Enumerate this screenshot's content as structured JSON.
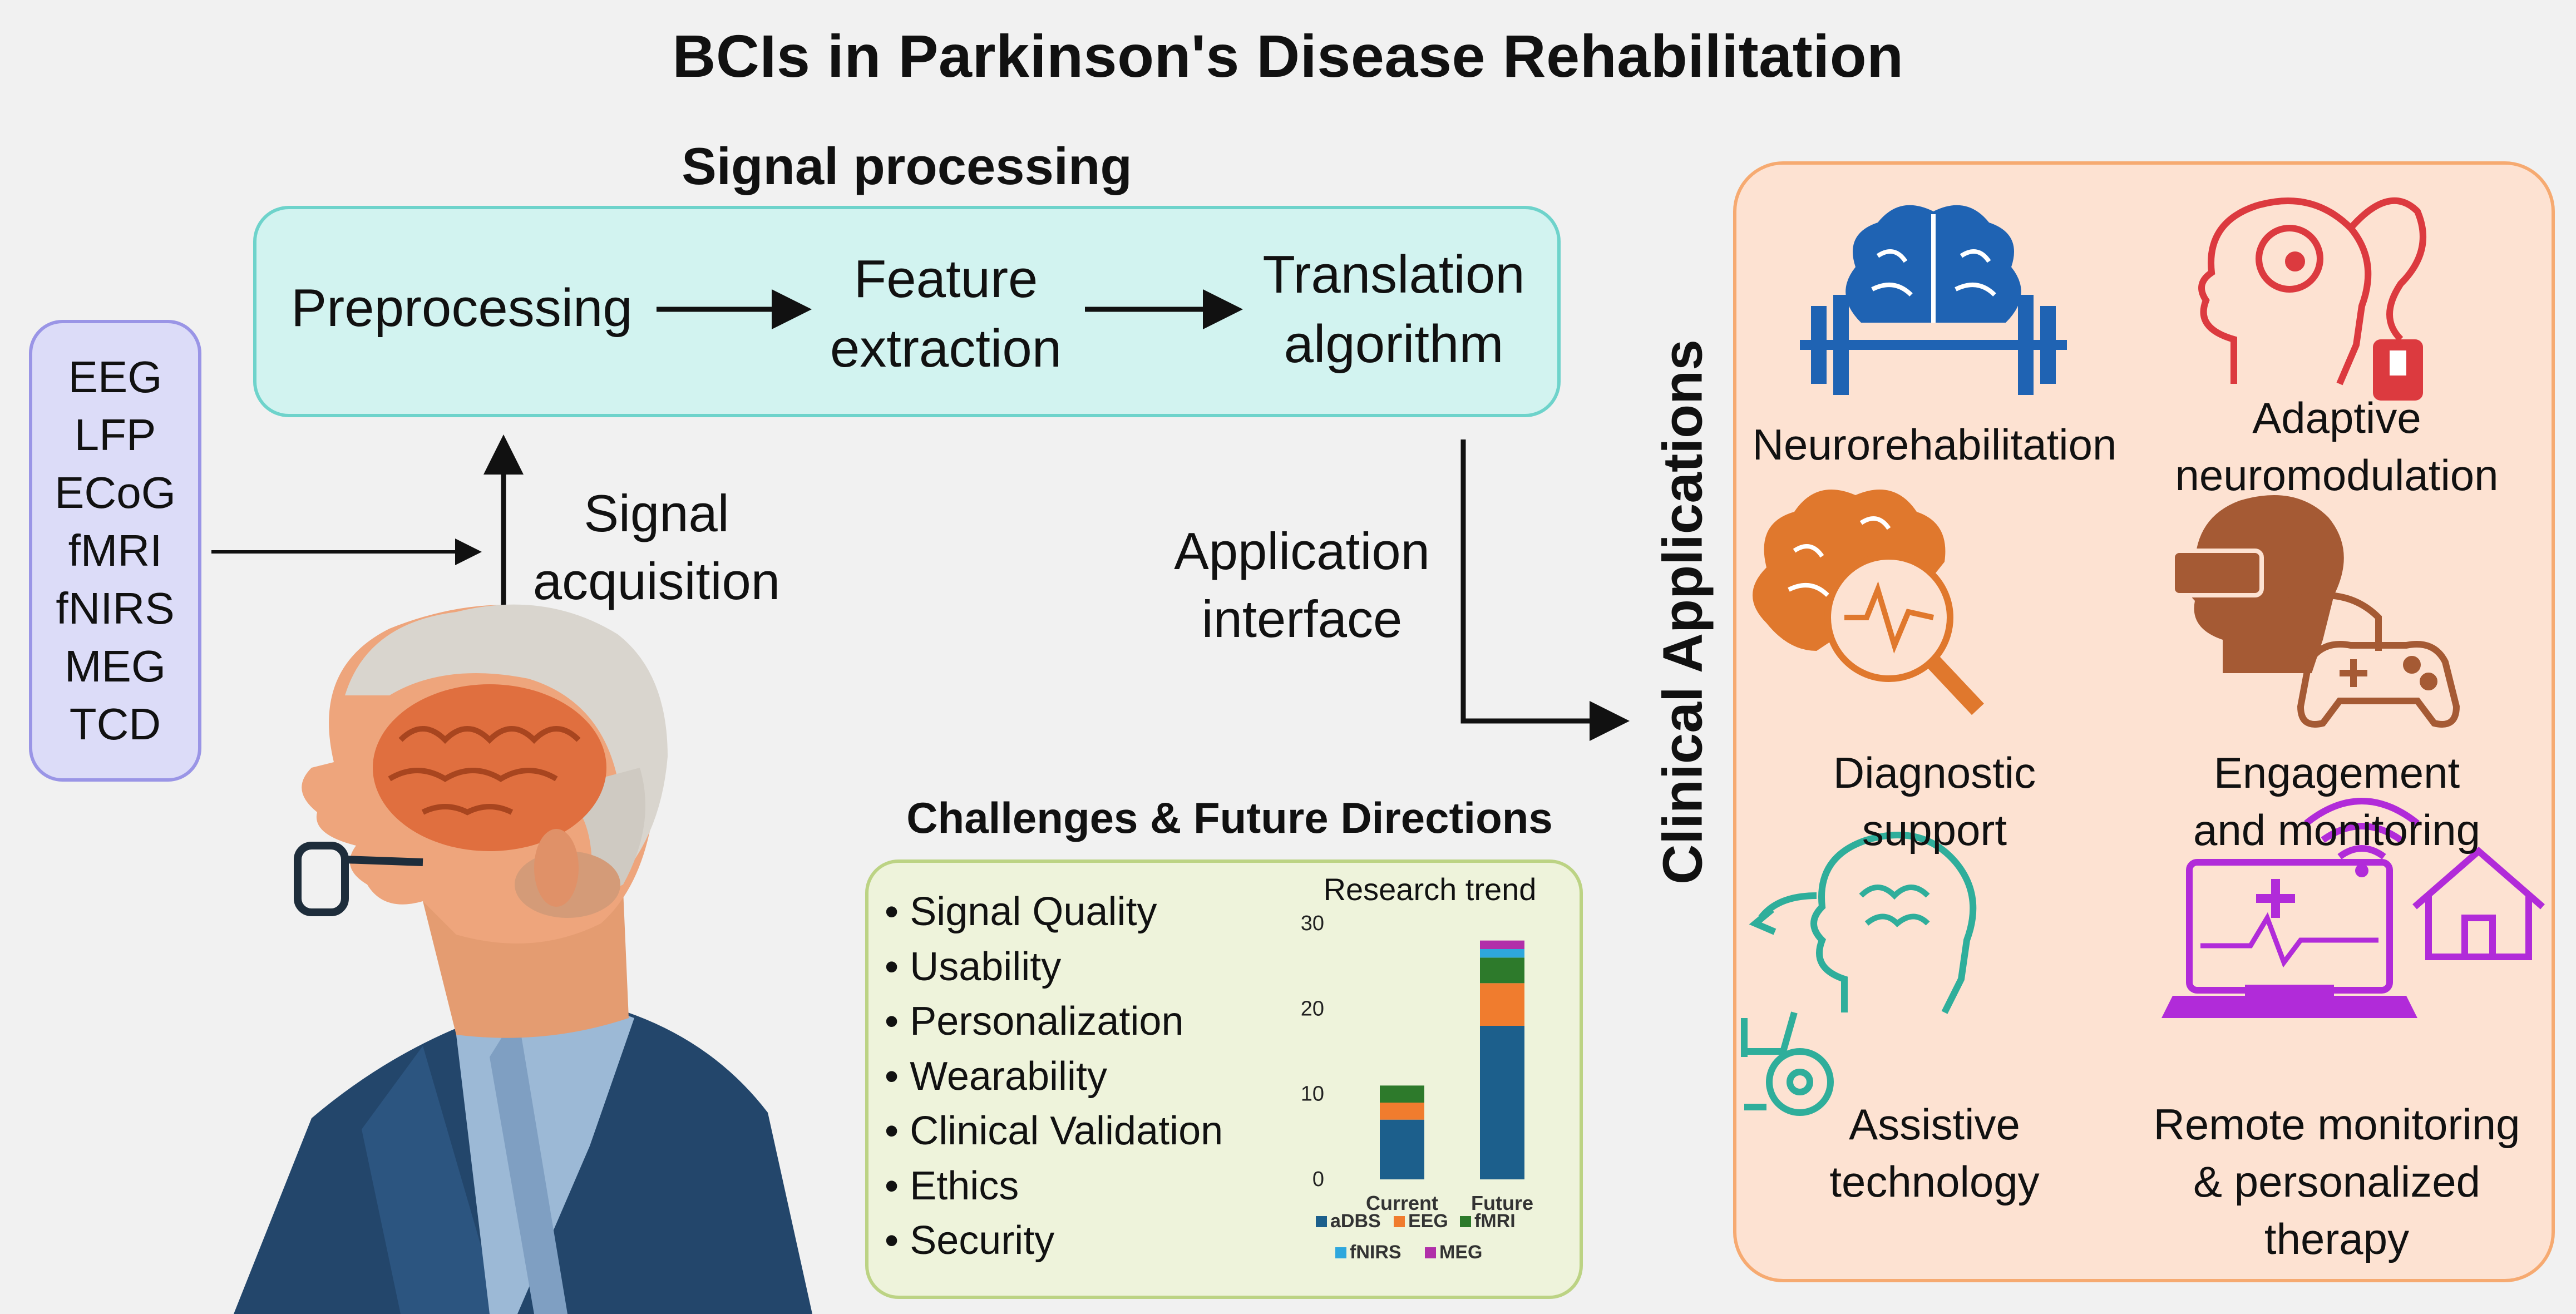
{
  "title": "BCIs in Parkinson's Disease Rehabilitation",
  "signal_processing": {
    "heading": "Signal processing",
    "stages": [
      {
        "lines": [
          "Preprocessing"
        ]
      },
      {
        "lines": [
          "Feature",
          "extraction"
        ]
      },
      {
        "lines": [
          "Translation",
          "algorithm"
        ]
      }
    ]
  },
  "signal_sources": [
    "EEG",
    "LFP",
    "ECoG",
    "fMRI",
    "fNIRS",
    "MEG",
    "TCD"
  ],
  "signal_acquisition": {
    "lines": [
      "Signal",
      "acquisition"
    ]
  },
  "application_interface": {
    "lines": [
      "Application",
      "interface"
    ]
  },
  "clinical_applications": {
    "label": "Clinical Applications",
    "items": [
      {
        "lines": [
          "Neurorehabilitation"
        ],
        "icon": "brain-dumbbell-icon",
        "color": "#1f63b3"
      },
      {
        "lines": [
          "Adaptive",
          "neuromodulation"
        ],
        "icon": "head-stimulator-icon",
        "color": "#dc3a3f"
      },
      {
        "lines": [
          "Diagnostic",
          "support"
        ],
        "icon": "brain-magnifier-icon",
        "color": "#e0782d"
      },
      {
        "lines": [
          "Engagement",
          "and monitoring"
        ],
        "icon": "vr-gamepad-icon",
        "color": "#a55a34"
      },
      {
        "lines": [
          "Assistive",
          "technology"
        ],
        "icon": "wheelchair-head-icon",
        "color": "#2fae9b"
      },
      {
        "lines": [
          "Remote monitoring",
          "& personalized",
          "therapy"
        ],
        "icon": "laptop-home-icon",
        "color": "#b12bd9"
      }
    ]
  },
  "challenges": {
    "heading": "Challenges & Future Directions",
    "items": [
      "Signal Quality",
      "Usability",
      "Personalization",
      "Wearability",
      "Clinical Validation",
      "Ethics",
      "Security"
    ]
  },
  "chart_data": {
    "type": "bar",
    "stacked": true,
    "title": "Research trend",
    "categories": [
      "Current",
      "Future"
    ],
    "ylim": [
      0,
      30
    ],
    "yticks": [
      "0",
      "10",
      "20",
      "30"
    ],
    "series": [
      {
        "name": "aDBS",
        "values": [
          7,
          18
        ],
        "color": "#1c5f8c"
      },
      {
        "name": "EEG",
        "values": [
          2,
          5
        ],
        "color": "#f07c2e"
      },
      {
        "name": "fMRI",
        "values": [
          2,
          3
        ],
        "color": "#2d7a2b"
      },
      {
        "name": "fNIRS",
        "values": [
          0,
          1
        ],
        "color": "#2ea7dd"
      },
      {
        "name": "MEG",
        "values": [
          0,
          1
        ],
        "color": "#b12fa9"
      }
    ],
    "legend_position": "bottom"
  },
  "colors": {
    "signal_box_fill": "#d2f3f0",
    "sources_box_fill": "#dcdcf8",
    "clinical_panel_fill": "#fde2d2",
    "challenges_fill": "#eef3db"
  }
}
